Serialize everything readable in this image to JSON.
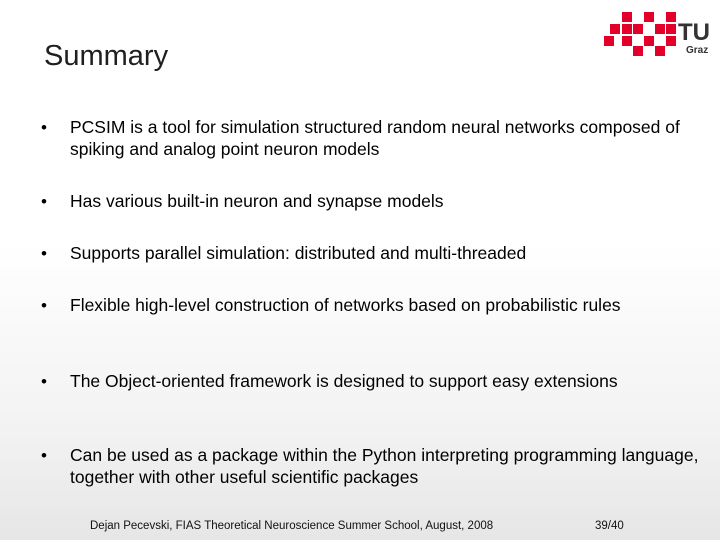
{
  "slide": {
    "title": "Summary",
    "logo": {
      "text_main": "TU",
      "text_sub": "Graz",
      "brand_color": "#e2002a"
    },
    "bullets": [
      "PCSIM is a tool for simulation structured random neural networks composed of spiking and analog point neuron models",
      "Has various built-in neuron and synapse models",
      "Supports parallel simulation: distributed and multi-threaded",
      "Flexible high-level construction of networks based on probabilistic rules",
      "The Object-oriented framework is designed to support easy extensions",
      "Can be used as a package within the Python interpreting programming language, together with other useful scientific packages"
    ],
    "bullet_symbol": "•"
  },
  "footer": {
    "credit": "Dejan Pecevski, FIAS Theoretical Neuroscience Summer School, August, 2008",
    "page": "39/40"
  }
}
